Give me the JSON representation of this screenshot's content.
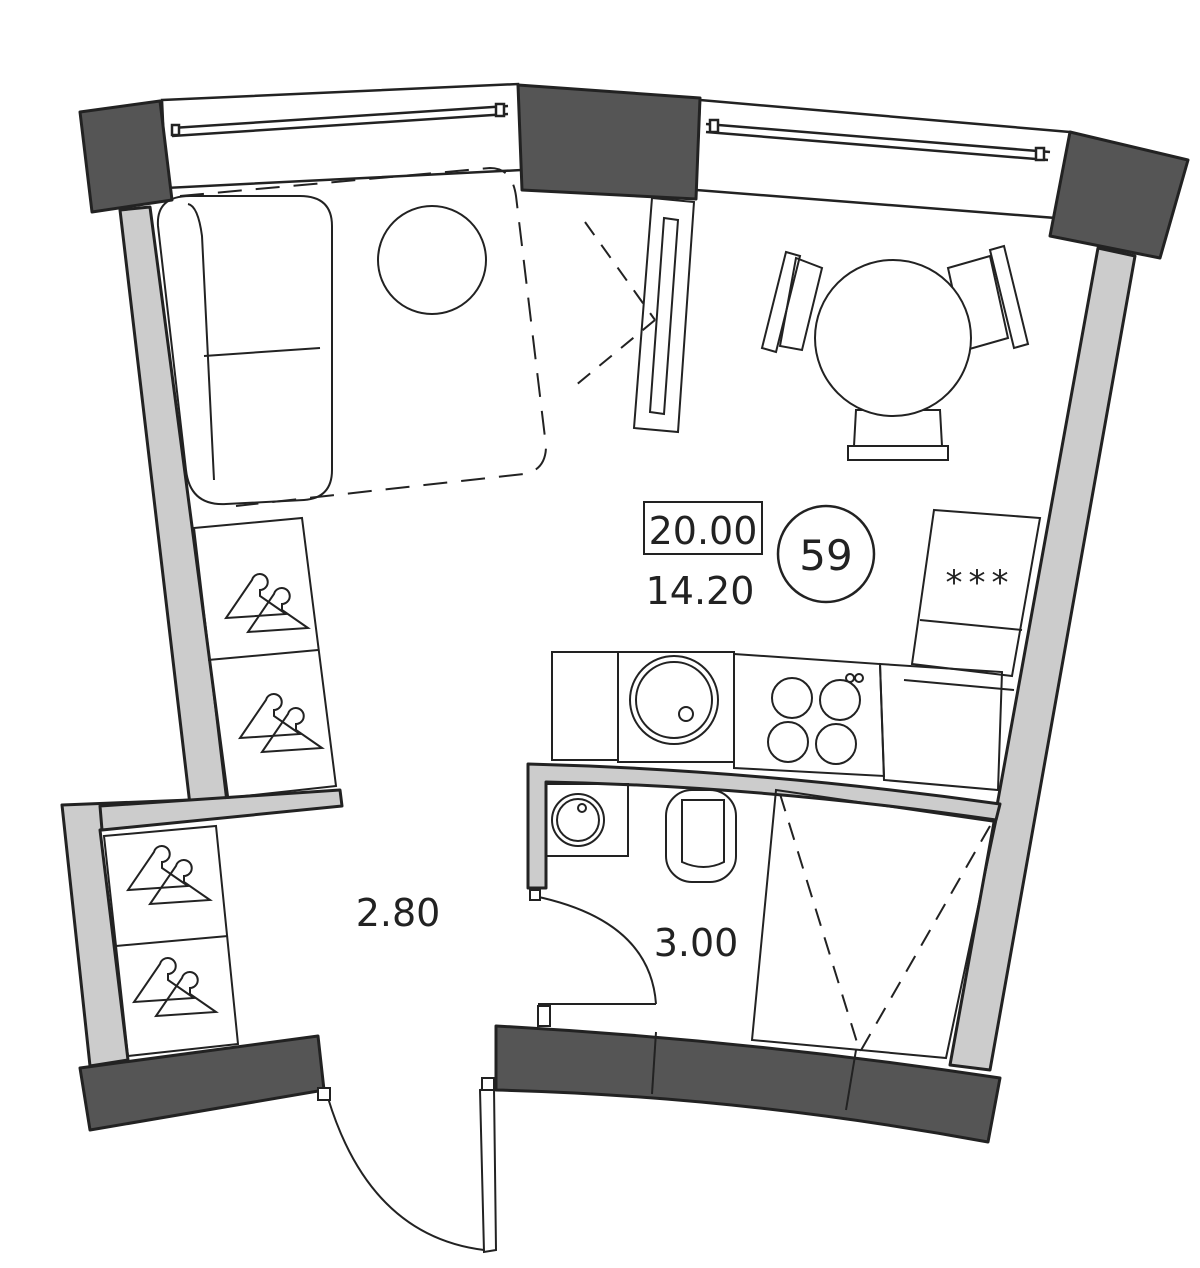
{
  "plan": {
    "total_area": "20.00",
    "apartment_number": "59",
    "rooms": {
      "living_area": "14.20",
      "hall_area": "2.80",
      "bathroom_area": "3.00"
    },
    "hob_symbol": "***"
  },
  "colors": {
    "wall_dark": "#555555",
    "wall_light": "#cccccc",
    "line": "#222222",
    "background": "#ffffff"
  },
  "icons": [
    "coat-hanger-icon",
    "bed-icon",
    "round-table-icon",
    "chair-icon",
    "sink-icon",
    "stove-icon",
    "bathtub-icon",
    "toilet-icon",
    "washbasin-icon",
    "door-swing-icon",
    "window-icon"
  ]
}
